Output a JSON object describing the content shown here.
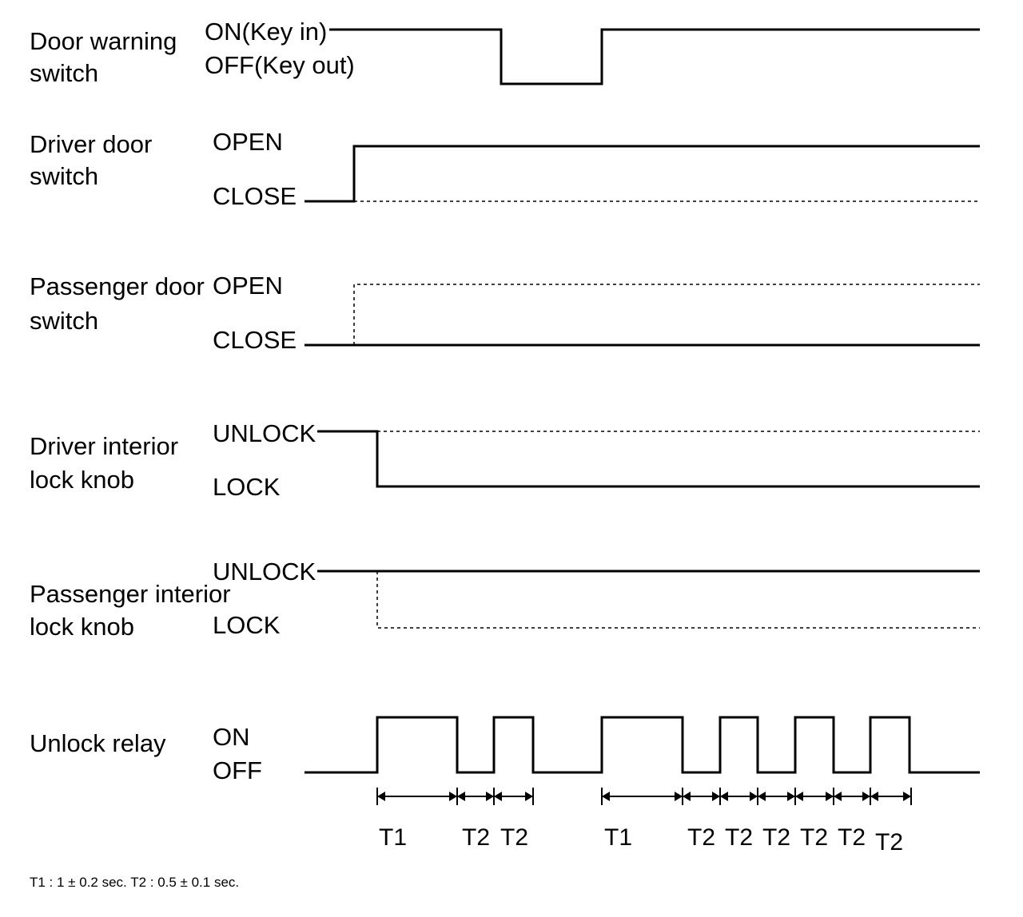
{
  "signals": [
    {
      "id": "door-warning-switch",
      "label_lines": [
        "Door warning",
        "switch"
      ],
      "high_state": "ON(Key in)",
      "low_state": "OFF(Key out)"
    },
    {
      "id": "driver-door-switch",
      "label_lines": [
        "Driver door",
        "switch"
      ],
      "high_state": "OPEN",
      "low_state": "CLOSE"
    },
    {
      "id": "passenger-door-switch",
      "label_lines": [
        "Passenger door",
        "switch"
      ],
      "high_state": "OPEN",
      "low_state": "CLOSE"
    },
    {
      "id": "driver-interior-lock-knob",
      "label_lines": [
        "Driver interior",
        "lock knob"
      ],
      "high_state": "UNLOCK",
      "low_state": "LOCK"
    },
    {
      "id": "passenger-interior-lock-knob",
      "label_lines": [
        "Passenger interior",
        "lock knob"
      ],
      "high_state": "UNLOCK",
      "low_state": "LOCK"
    },
    {
      "id": "unlock-relay",
      "label_lines": [
        "Unlock relay"
      ],
      "high_state": "ON",
      "low_state": "OFF"
    }
  ],
  "timing_labels": [
    "T1",
    "T2",
    "T2",
    "T1",
    "T2",
    "T2",
    "T2",
    "T2",
    "T2",
    "T2"
  ],
  "footnote": "T1 : 1 ± 0.2 sec. T2 : 0.5 ± 0.1 sec."
}
